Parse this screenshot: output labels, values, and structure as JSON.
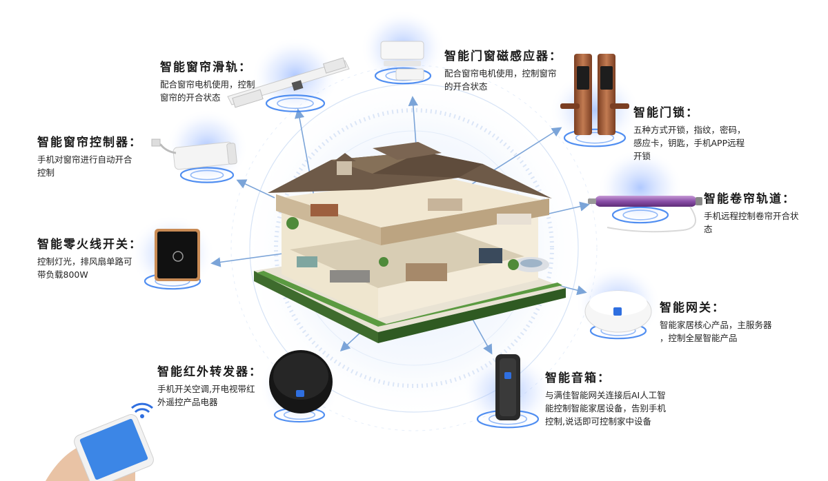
{
  "colors": {
    "accent": "#2f6fe0",
    "ring": "#3d82f0",
    "arrow": "#7ba4d8",
    "roof": "#6e5a48",
    "grass": "#4f8a3a"
  },
  "devices": [
    {
      "id": "curtain-rail",
      "icon": "curtain-rail-icon",
      "title": "智能窗帘滑轨：",
      "desc": [
        "配合窗帘电机使用，控制",
        "窗帘的开合状态"
      ]
    },
    {
      "id": "door-sensor",
      "icon": "door-sensor-icon",
      "title": "智能门窗磁感应器：",
      "desc": [
        "配合窗帘电机使用，控制窗帘",
        "的开合状态"
      ]
    },
    {
      "id": "door-lock",
      "icon": "door-lock-icon",
      "title": "智能门锁：",
      "desc": [
        "五种方式开锁，指纹，密码，",
        "感应卡，钥匙，手机APP远程",
        "开锁"
      ]
    },
    {
      "id": "curtain-controller",
      "icon": "curtain-motor-icon",
      "title": "智能窗帘控制器：",
      "desc": [
        "手机对窗帘进行自动开合",
        "控制"
      ]
    },
    {
      "id": "roller-track",
      "icon": "roller-tube-icon",
      "title": "智能卷帘轨道：",
      "desc": [
        "手机远程控制卷帘开合状",
        "态"
      ]
    },
    {
      "id": "switch",
      "icon": "wall-switch-icon",
      "title": "智能零火线开关：",
      "desc": [
        "控制灯光，排风扇单路可",
        "带负载800W"
      ]
    },
    {
      "id": "gateway",
      "icon": "gateway-icon",
      "title": "智能网关：",
      "desc": [
        "智能家居核心产品，主服务器",
        "，控制全屋智能产品"
      ]
    },
    {
      "id": "ir-blaster",
      "icon": "ir-blaster-icon",
      "title": "智能红外转发器：",
      "desc": [
        "手机开关空调,开电视带红",
        "外遥控产品电器"
      ]
    },
    {
      "id": "speaker",
      "icon": "speaker-icon",
      "title": "智能音箱：",
      "desc": [
        "与满佳智能网关连接后AI人工智",
        "能控制智能家居设备，告别手机",
        "控制,说话即可控制家中设备"
      ]
    }
  ]
}
